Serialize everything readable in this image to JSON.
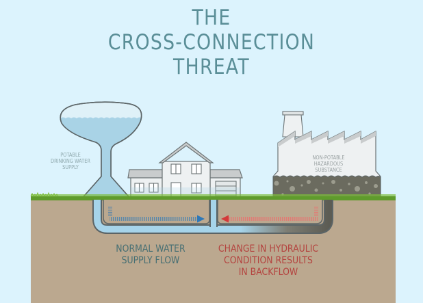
{
  "title": {
    "lines": [
      "THE",
      "CROSS-CONNECTION",
      "THREAT"
    ],
    "color": "#5a8e97"
  },
  "water_tower": {
    "label_lines": [
      "POTABLE",
      "DRINKING WATER",
      "SUPPLY"
    ],
    "icon": "water-tower-icon",
    "water_color": "#a9d3e6"
  },
  "house": {
    "icon": "house-icon"
  },
  "factory": {
    "label_lines": [
      "NON-POTABLE",
      "HAZARDOUS",
      "SUBSTANCE"
    ],
    "icon": "factory-icon",
    "sludge_color": "#6b6b5f"
  },
  "flows": {
    "normal": {
      "label_lines": [
        "NORMAL WATER",
        "SUPPLY FLOW"
      ],
      "color": "#3d7fb3",
      "text_color": "#476f73",
      "direction": "right"
    },
    "backflow": {
      "label_lines": [
        "CHANGE IN HYDRAULIC",
        "CONDITION RESULTS",
        "IN BACKFLOW"
      ],
      "color": "#d33a3a",
      "text_color": "#b4433f",
      "direction": "left"
    }
  },
  "colors": {
    "sky": "#dcf3fd",
    "ground": "#bba88f",
    "grass": "#5f9b2c",
    "outline": "#5b6466"
  }
}
